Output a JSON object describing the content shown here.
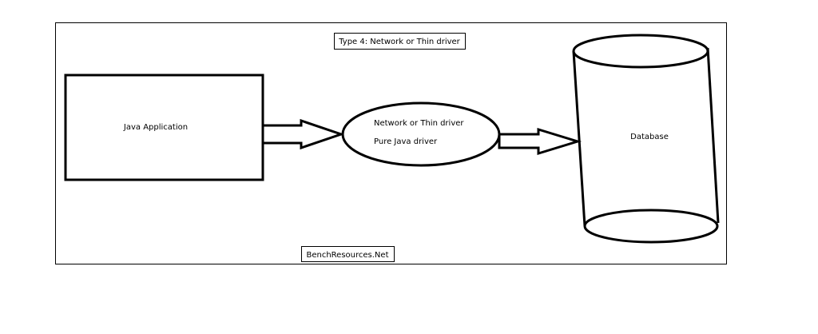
{
  "diagram": {
    "title": "Type 4: Network or Thin driver",
    "java_app_label": "Java Application",
    "driver_line1": "Network or Thin driver",
    "driver_line2": "Pure Java driver",
    "database_label": "Database",
    "footer": "BenchResources.Net"
  }
}
